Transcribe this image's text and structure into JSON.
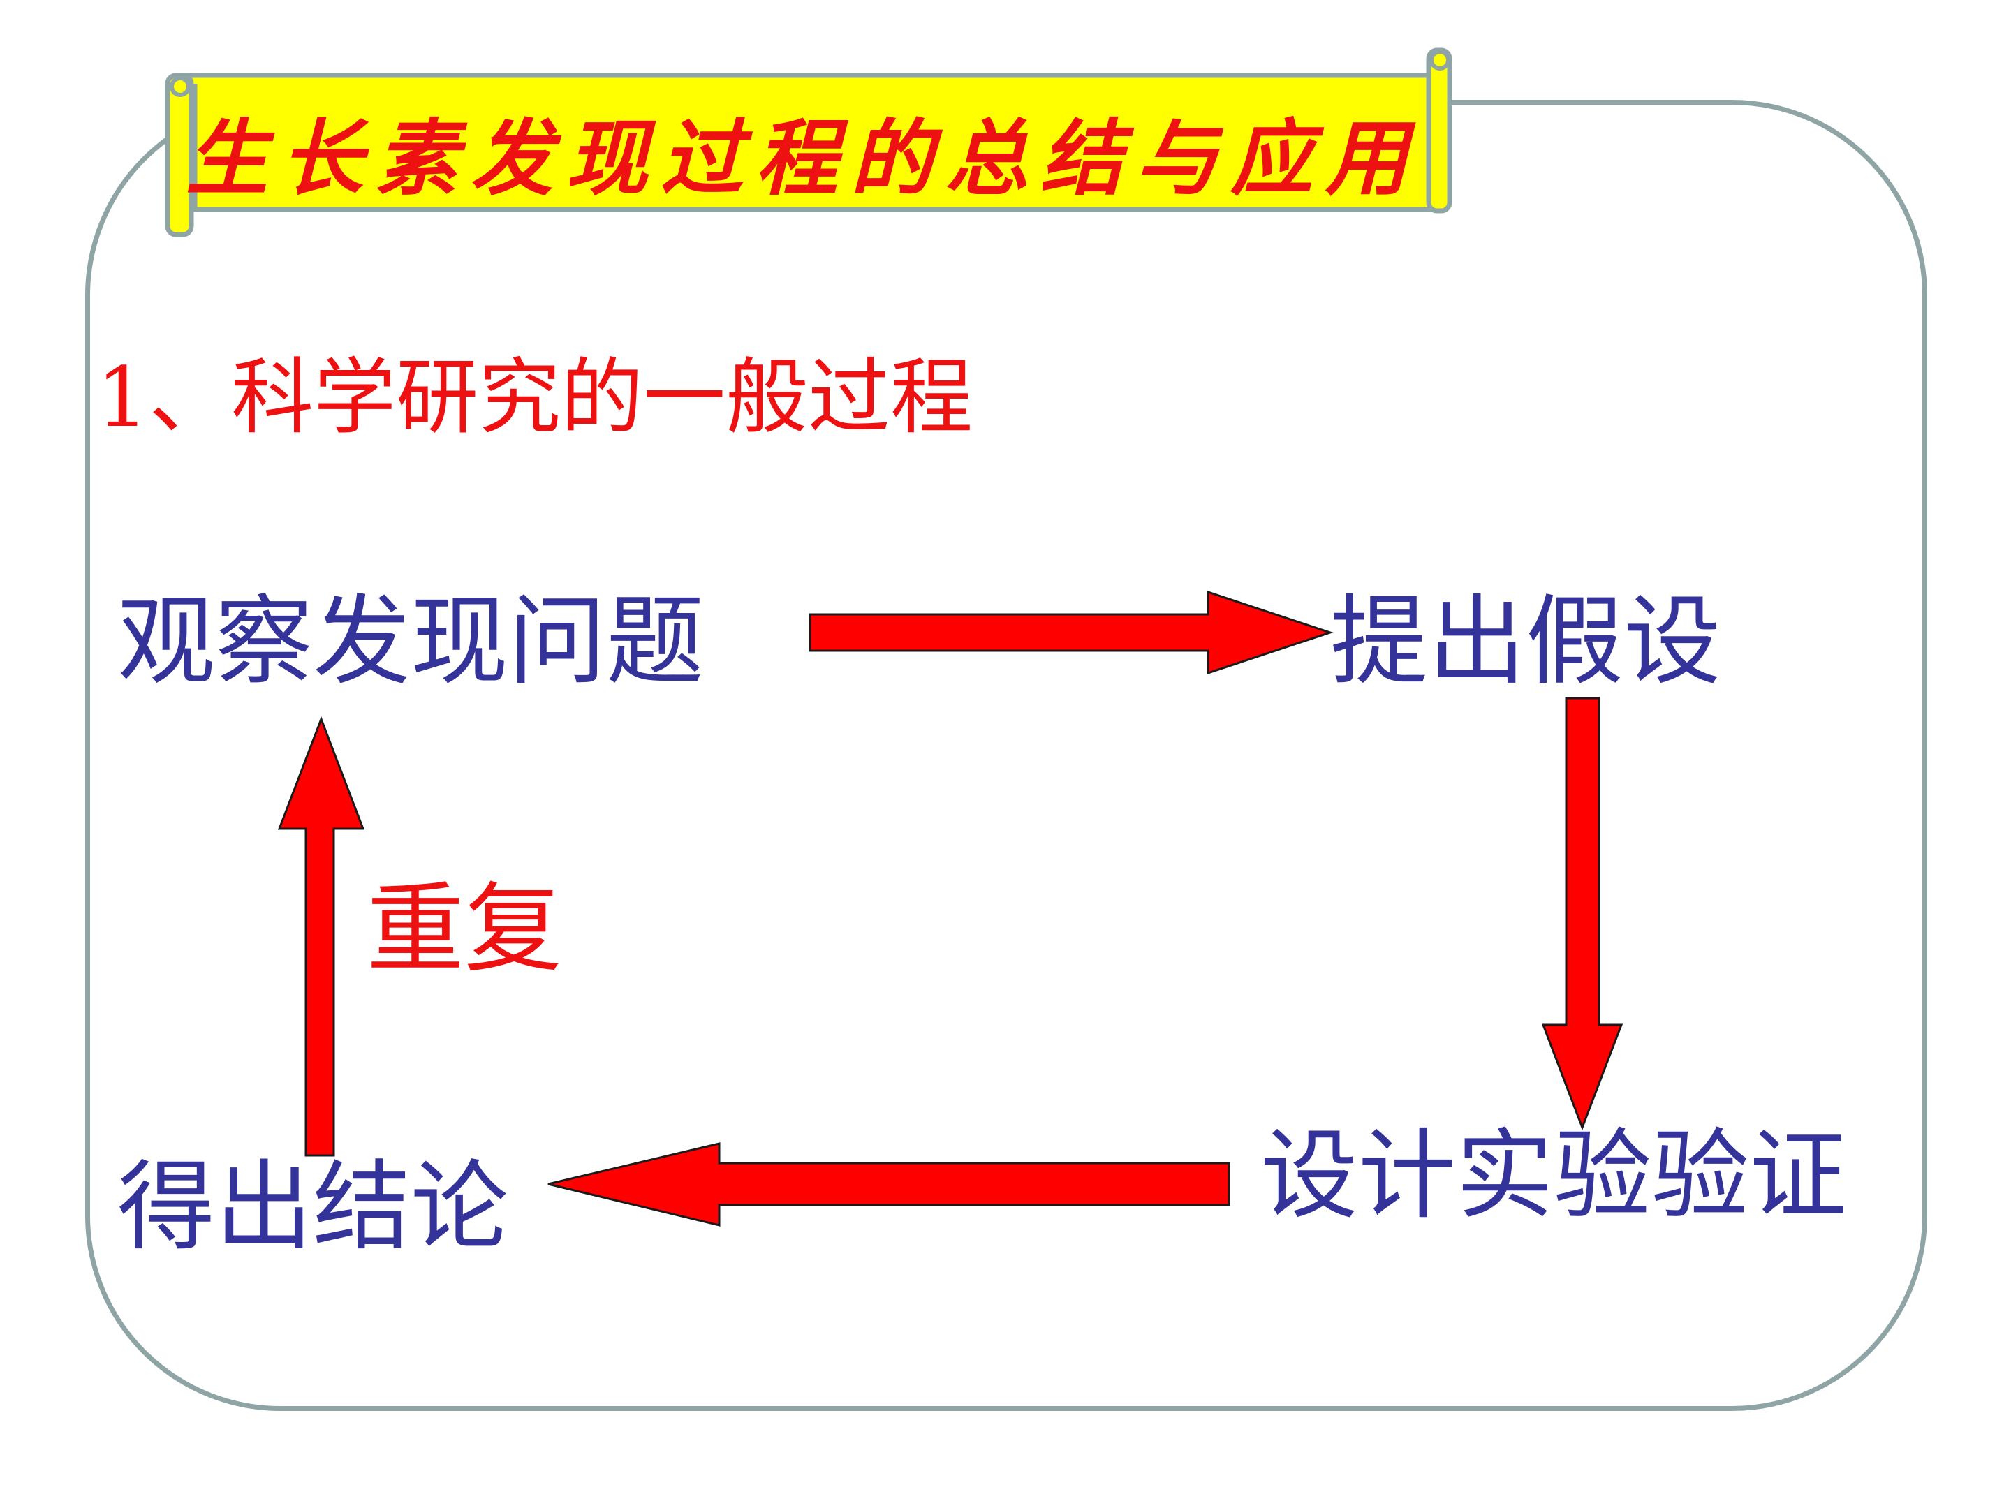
{
  "banner": {
    "title": "生长素发现过程的总结与应用"
  },
  "section": {
    "heading": "1、科学研究的一般过程"
  },
  "steps": {
    "observe": "观察发现问题",
    "hypothesis": "提出假设",
    "experiment": "设计实验验证",
    "conclusion": "得出结论"
  },
  "cycle": {
    "repeat_label": "重复"
  },
  "colors": {
    "accent_red": "#ee1111",
    "step_text": "#333399",
    "banner_fill": "#ffff00",
    "frame_border": "#8fa5a5"
  }
}
